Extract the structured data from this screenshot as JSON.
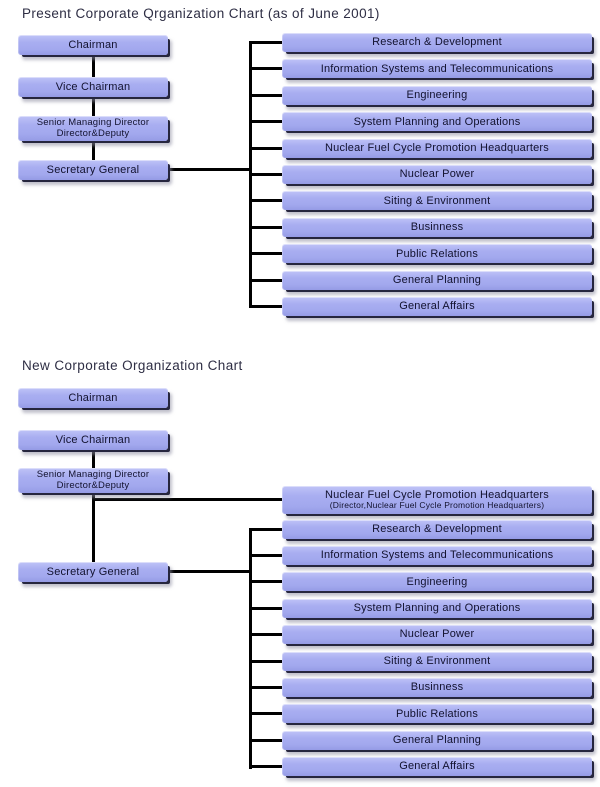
{
  "page": {
    "background": "#ffffff"
  },
  "style": {
    "box_fill_top": "#bfc3f7",
    "box_fill_mid": "#a2a8ee",
    "box_fill_bottom": "#959be5",
    "box_shadow": "#26263e",
    "box_text": "#12122e",
    "title_text": "#2e2e44",
    "connector": "#000000"
  },
  "charts": [
    {
      "title": "Present Corporate Qrganization Chart (as of June 2001)",
      "left_nodes": [
        {
          "label": "Chairman"
        },
        {
          "label": "Vice Chairman"
        },
        {
          "label": "Senior Managing Director",
          "label2": "Director&Deputy"
        },
        {
          "label": "Secretary General"
        }
      ],
      "right_nodes": [
        {
          "label": "Research & Development"
        },
        {
          "label": "Information Systems and Telecommunications"
        },
        {
          "label": "Engineering"
        },
        {
          "label": "System Planning and Operations"
        },
        {
          "label": "Nuclear Fuel Cycle Promotion Headquarters"
        },
        {
          "label": "Nuclear Power"
        },
        {
          "label": "Siting & Environment"
        },
        {
          "label": "Businness"
        },
        {
          "label": "Public Relations"
        },
        {
          "label": "General Planning"
        },
        {
          "label": "General Affairs"
        }
      ]
    },
    {
      "title": "New Corporate Organization Chart",
      "left_nodes": [
        {
          "label": "Chairman"
        },
        {
          "label": "Vice Chairman"
        },
        {
          "label": "Senior Managing Director",
          "label2": "Director&Deputy"
        },
        {
          "label": "Secretary General"
        }
      ],
      "right_nodes": [
        {
          "label": "Nuclear Fuel Cycle Promotion Headquarters",
          "label2": "(Director,Nuclear Fuel Cycle Promotion Headquarters)"
        },
        {
          "label": "Research & Development"
        },
        {
          "label": "Information Systems and Telecommunications"
        },
        {
          "label": "Engineering"
        },
        {
          "label": "System Planning and Operations"
        },
        {
          "label": "Nuclear Power"
        },
        {
          "label": "Siting & Environment"
        },
        {
          "label": "Businness"
        },
        {
          "label": "Public Relations"
        },
        {
          "label": "General Planning"
        },
        {
          "label": "General Affairs"
        }
      ]
    }
  ]
}
